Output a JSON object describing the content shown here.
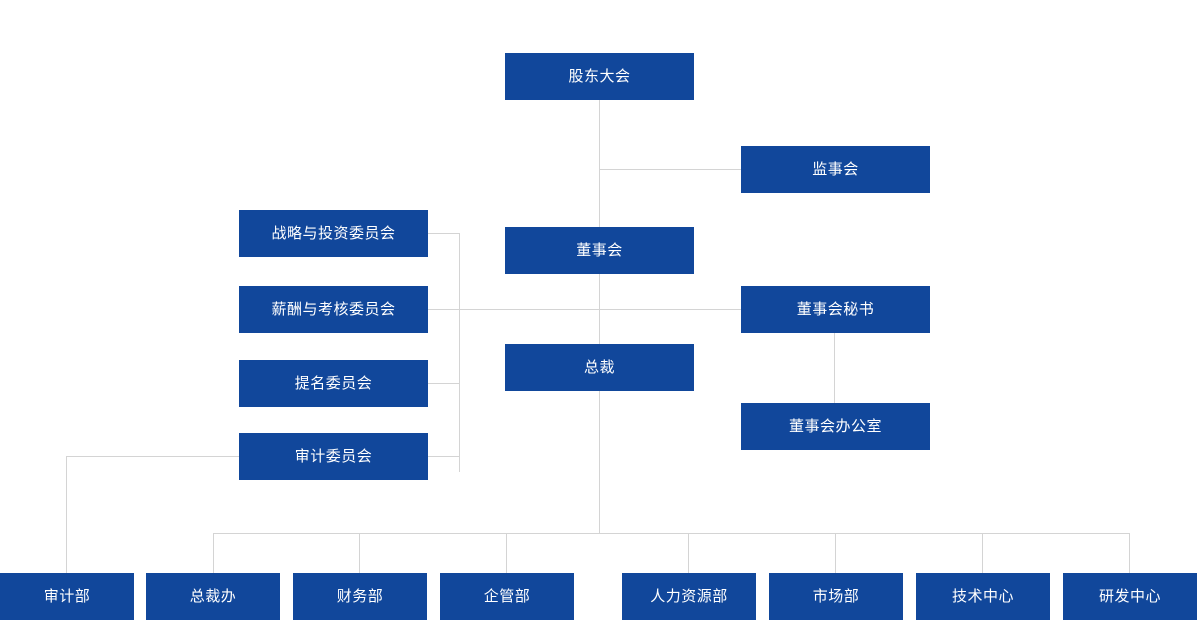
{
  "chart": {
    "type": "org-chart",
    "title": "",
    "accent_color": "#11479b",
    "text_color": "#ffffff",
    "line_color": "#d4d4d4",
    "background": "#ffffff"
  },
  "nodes": {
    "shareholders_meeting": {
      "label": "股东大会"
    },
    "board_of_supervisors": {
      "label": "监事会"
    },
    "board_of_directors": {
      "label": "董事会"
    },
    "president": {
      "label": "总裁"
    },
    "board_secretary": {
      "label": "董事会秘书"
    },
    "board_office": {
      "label": "董事会办公室"
    }
  },
  "committees": [
    {
      "label": "战略与投资委员会"
    },
    {
      "label": "薪酬与考核委员会"
    },
    {
      "label": "提名委员会"
    },
    {
      "label": "审计委员会"
    }
  ],
  "departments": [
    {
      "label": "审计部"
    },
    {
      "label": "总裁办"
    },
    {
      "label": "财务部"
    },
    {
      "label": "企管部"
    },
    {
      "label": "人力资源部"
    },
    {
      "label": "市场部"
    },
    {
      "label": "技术中心"
    },
    {
      "label": "研发中心"
    }
  ]
}
